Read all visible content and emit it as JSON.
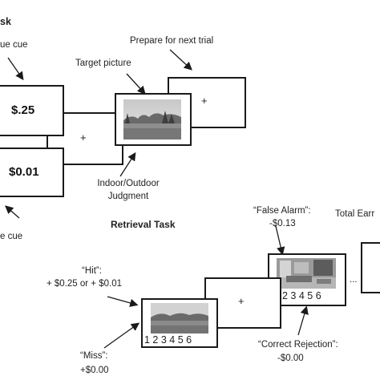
{
  "encoding_task": {
    "title": "sk",
    "value_cue_top_label": "ue cue",
    "value_cue_bottom_label": "e cue",
    "high_value": "$.25",
    "low_value": "$0.01",
    "fixation": "+",
    "target_label": "Target picture",
    "judgment_label_1": "Indoor/Outdoor",
    "judgment_label_2": "Judgment",
    "prepare_label": "Prepare for next trial",
    "prepare_fixation": "+"
  },
  "retrieval_task": {
    "title": "Retrieval Task",
    "hit_label": "“Hit”:",
    "hit_value": "+ $0.25 or + $0.01",
    "miss_label": "“Miss”:",
    "miss_value": "+$0.00",
    "rating_scale_1": "1 2 3 4 5 6",
    "fixation": "+",
    "false_alarm_label": "“False Alarm”:",
    "false_alarm_value": "-$0.13",
    "rating_scale_2": "2 3 4 5 6",
    "correct_rejection_label": "“Correct Rejection”:",
    "correct_rejection_value": "-$0.00",
    "ellipsis": "...",
    "total_label": "Total Earr"
  },
  "colors": {
    "stroke": "#1a1a1a",
    "text": "#222222"
  }
}
